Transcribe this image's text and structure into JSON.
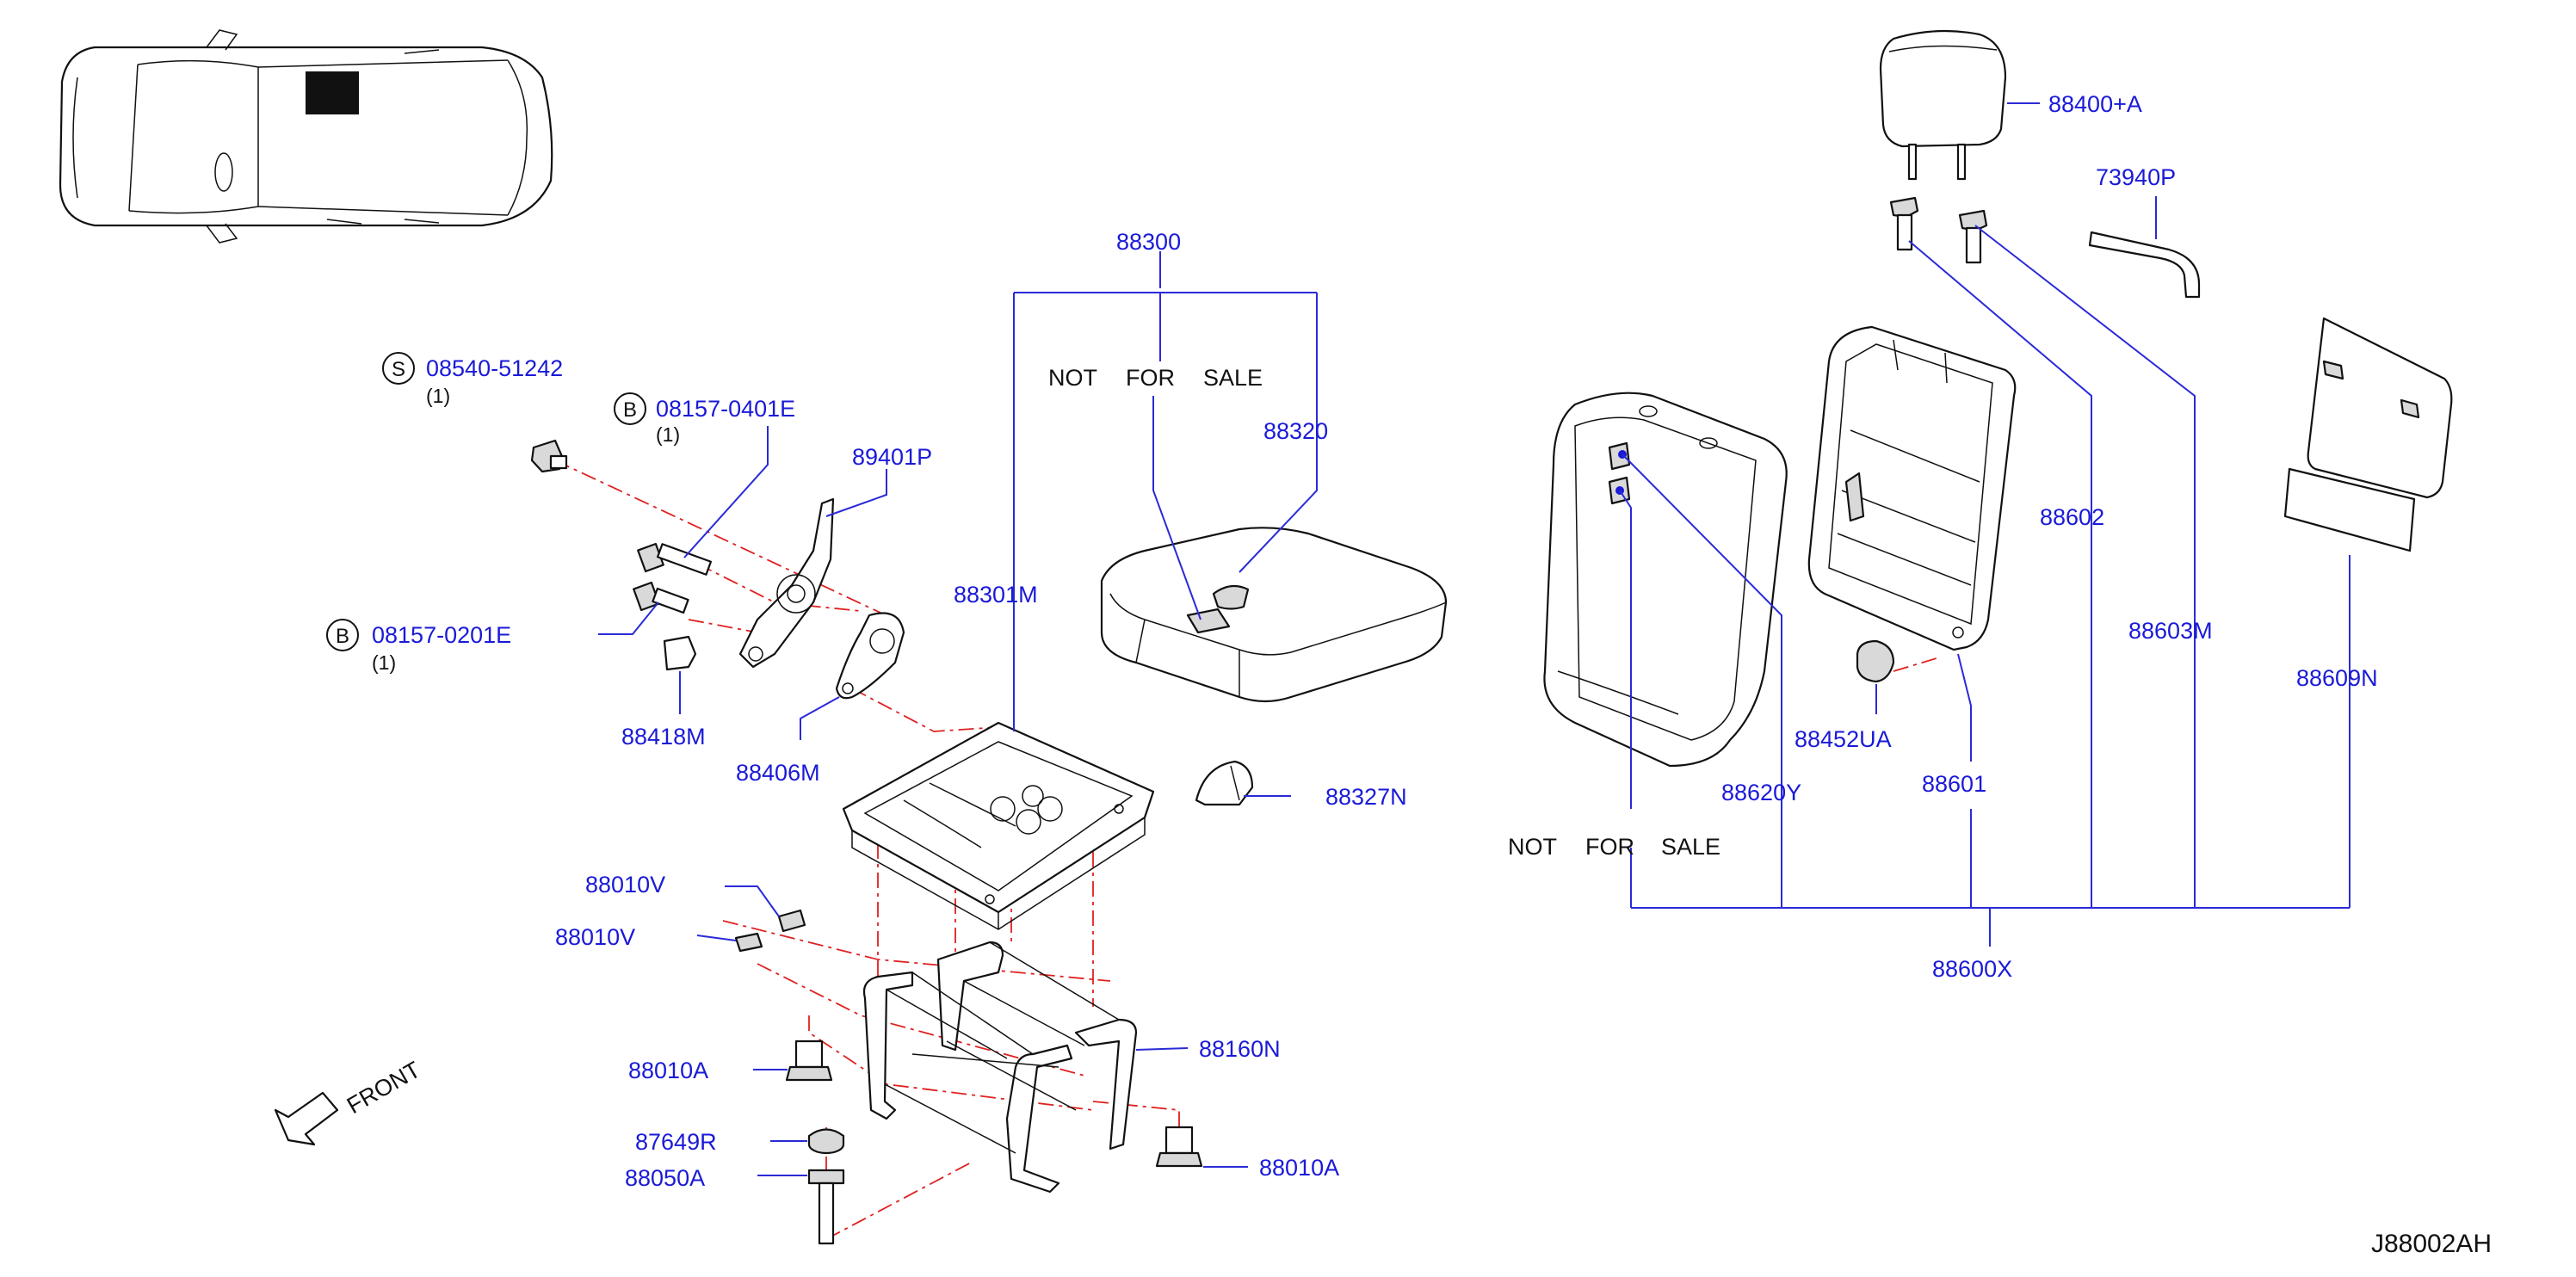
{
  "diagram_code": "J88002AH",
  "direction_label": "FRONT",
  "not_for_sale": [
    "NOT",
    "FOR",
    "SALE"
  ],
  "screws": [
    {
      "prefix": "S",
      "part": "08540-51242",
      "qty": "(1)"
    },
    {
      "prefix": "B",
      "part": "08157-0401E",
      "qty": "(1)"
    },
    {
      "prefix": "B",
      "part": "08157-0201E",
      "qty": "(1)"
    }
  ],
  "labels": {
    "p88300": "88300",
    "p88320": "88320",
    "p88301M": "88301M",
    "p89401P": "89401P",
    "p88418M": "88418M",
    "p88406M": "88406M",
    "p88327N": "88327N",
    "p88010V_a": "88010V",
    "p88010V_b": "88010V",
    "p88010A_a": "88010A",
    "p88010A_b": "88010A",
    "p88160N": "88160N",
    "p87649R": "87649R",
    "p88050A": "88050A",
    "p88400A": "88400+A",
    "p73940P": "73940P",
    "p88602": "88602",
    "p88603M": "88603M",
    "p88609N": "88609N",
    "p88452UA": "88452UA",
    "p88620Y": "88620Y",
    "p88601": "88601",
    "p88600X": "88600X"
  },
  "colors": {
    "part_number": "#1a1ad8",
    "leader_line": "#2a2ad8",
    "assembly_line": "#e02020",
    "outline": "#111111"
  }
}
